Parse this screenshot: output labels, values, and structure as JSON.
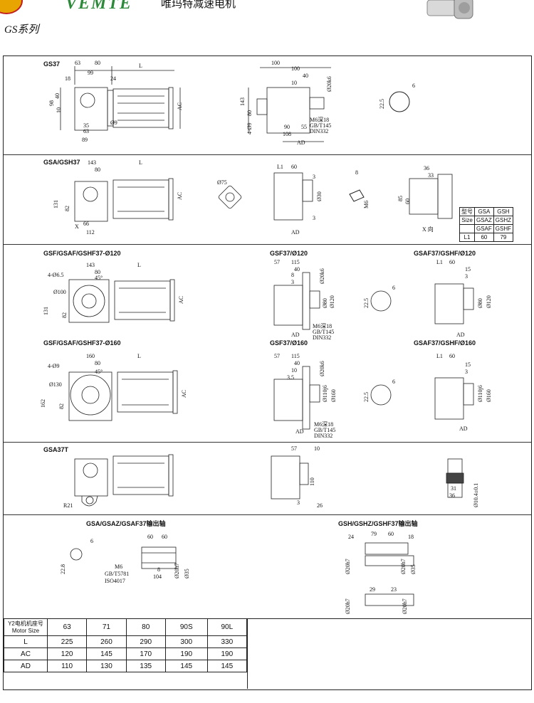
{
  "header": {
    "brand": "VEMTE",
    "brand_cn": "唯玛特减速电机",
    "series": "GS系列"
  },
  "sections": {
    "gs37": {
      "title": "GS37"
    },
    "gsa": {
      "title": "GSA/GSH37"
    },
    "gsf120": {
      "title": "GSF/GSAF/GSHF37-Ø120",
      "mid_title": "GSF37/Ø120",
      "right_title": "GSAF37/GSHF/Ø120"
    },
    "gsf160": {
      "title": "GSF/GSAF/GSHF37-Ø160",
      "mid_title": "GSF37/Ø160",
      "right_title": "GSAF37/GSHF/Ø160"
    },
    "gsa37t": {
      "title": "GSA37T"
    },
    "output": {
      "left_title": "GSA/GSAZ/GSAF37输出轴",
      "right_title": "GSH/GSHZ/GSHF37输出轴"
    }
  },
  "l1_table": {
    "rows": [
      [
        "型号",
        "GSA",
        "GSH"
      ],
      [
        "Size",
        "GSAZ",
        "GSHZ"
      ],
      [
        "",
        "GSAF",
        "GSHF"
      ],
      [
        "L1",
        "60",
        "79"
      ]
    ]
  },
  "motor_table": {
    "header_label_cn": "Y2电机机座号",
    "header_label_en": "Motor Size",
    "sizes": [
      "63",
      "71",
      "80",
      "90S",
      "90L"
    ],
    "rows": [
      {
        "label": "L",
        "values": [
          "225",
          "260",
          "290",
          "300",
          "330"
        ]
      },
      {
        "label": "AC",
        "values": [
          "120",
          "145",
          "170",
          "190",
          "190"
        ]
      },
      {
        "label": "AD",
        "values": [
          "110",
          "130",
          "135",
          "145",
          "145"
        ]
      }
    ]
  }
}
